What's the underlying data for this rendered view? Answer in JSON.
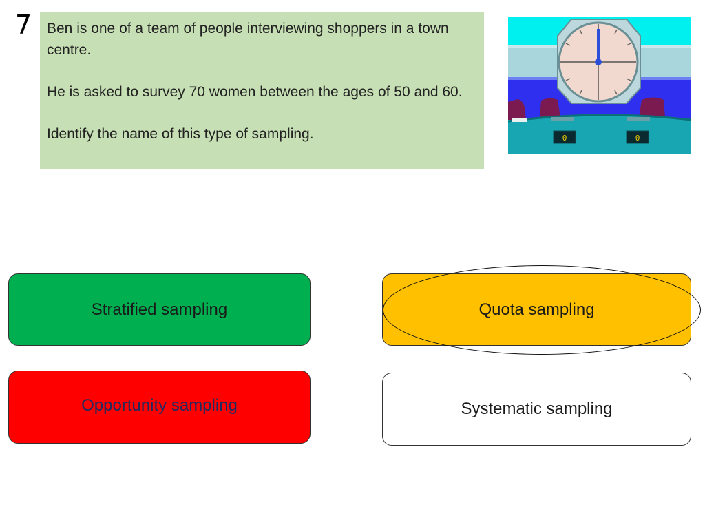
{
  "question": {
    "number": "7",
    "paragraphs": [
      "Ben is one of a team of people interviewing shoppers in a town centre.",
      "He is asked to survey 70 women between the ages of 50 and 60.",
      "Identify the name of this type of sampling."
    ]
  },
  "game_panel": {
    "score_left": "0",
    "score_right": "0"
  },
  "answers": [
    {
      "label": "Stratified sampling",
      "color": "#00b050"
    },
    {
      "label": "Quota sampling",
      "color": "#ffc000",
      "highlighted": true
    },
    {
      "label": "Opportunity sampling",
      "color": "#ff0000"
    },
    {
      "label": "Systematic sampling",
      "color": "#ffffff"
    }
  ]
}
